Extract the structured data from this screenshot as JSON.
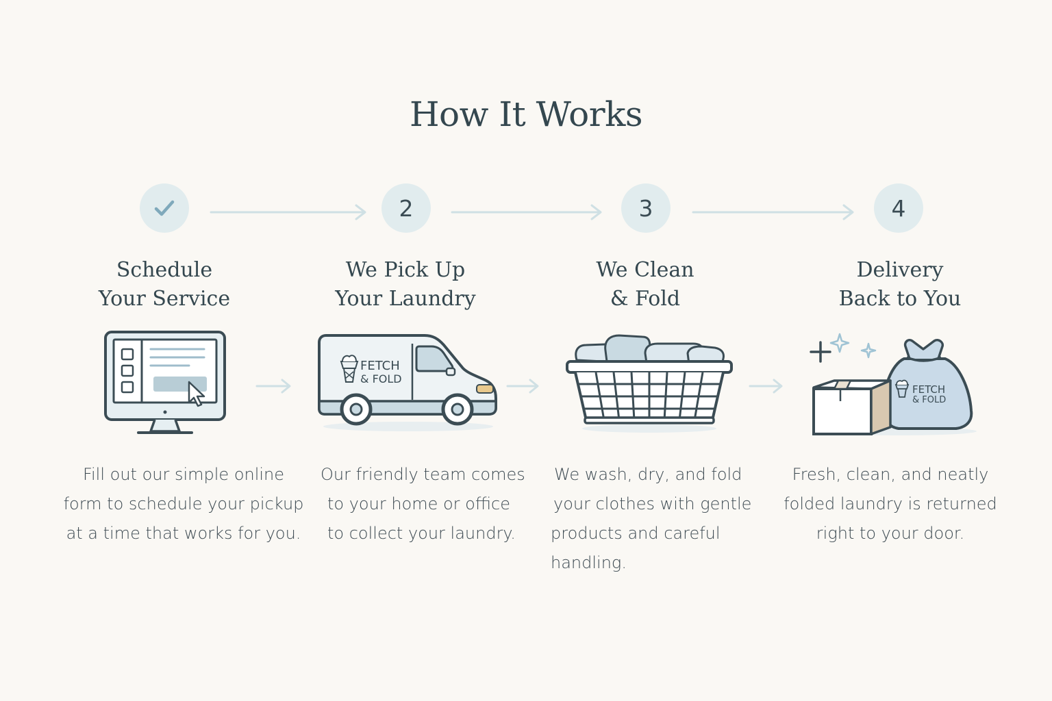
{
  "page": {
    "title": "How It Works"
  },
  "colors": {
    "background": "#faf8f4",
    "badge": "#e1ecee",
    "text": "#34474f",
    "line": "#cfe0e4",
    "accent": "#7fa9bb",
    "outline": "#3b4c54"
  },
  "steps": [
    {
      "badge_icon": "check-icon",
      "title_lines": [
        "Schedule",
        "Your Service"
      ],
      "illustration": "computer-monitor-icon",
      "description_lines": [
        "Fill out our simple online",
        "form to schedule your pickup",
        "at a time that works for you."
      ]
    },
    {
      "badge": "2",
      "title_lines": [
        "We Pick Up",
        "Your Laundry"
      ],
      "illustration": "delivery-van-icon",
      "van_logo_lines": [
        "FETCH",
        "& FOLD"
      ],
      "description_lines": [
        "Our friendly team comes",
        "to your home or office",
        "to collect your laundry."
      ]
    },
    {
      "badge": "3",
      "title_lines": [
        "We Clean",
        "& Fold"
      ],
      "illustration": "laundry-basket-icon",
      "description_lines": [
        "We wash, dry, and fold",
        "your clothes with gentle",
        "products and careful",
        "handling."
      ]
    },
    {
      "badge": "4",
      "title_lines": [
        "Delivery",
        "Back to You"
      ],
      "illustration": "package-and-laundry-bag-icon",
      "bag_logo_lines": [
        "FETCH",
        "& FOLD"
      ],
      "description_lines": [
        "Fresh, clean, and neatly",
        "folded laundry is returned",
        "right to your door."
      ]
    }
  ]
}
